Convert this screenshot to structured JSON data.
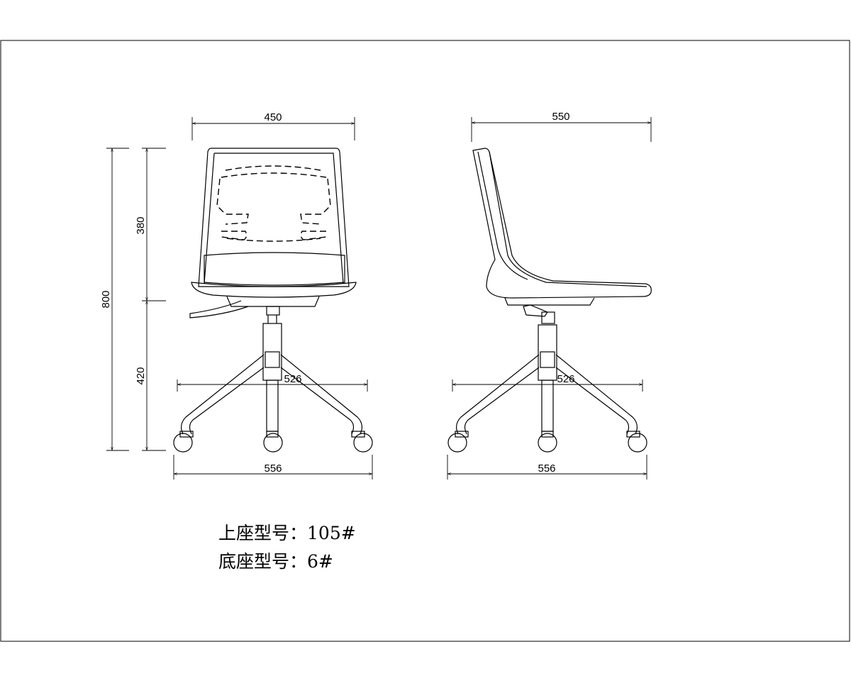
{
  "front_view": {
    "dims": {
      "seat_width": "450",
      "overall_height": "800",
      "back_height": "380",
      "base_height": "420",
      "inner_span": "526",
      "outer_span": "556"
    }
  },
  "side_view": {
    "dims": {
      "seat_depth": "550",
      "inner_span": "526",
      "outer_span": "556"
    }
  },
  "specs": [
    {
      "label": "上座型号：",
      "value": "105#"
    },
    {
      "label": "底座型号：",
      "value": "6#"
    }
  ]
}
